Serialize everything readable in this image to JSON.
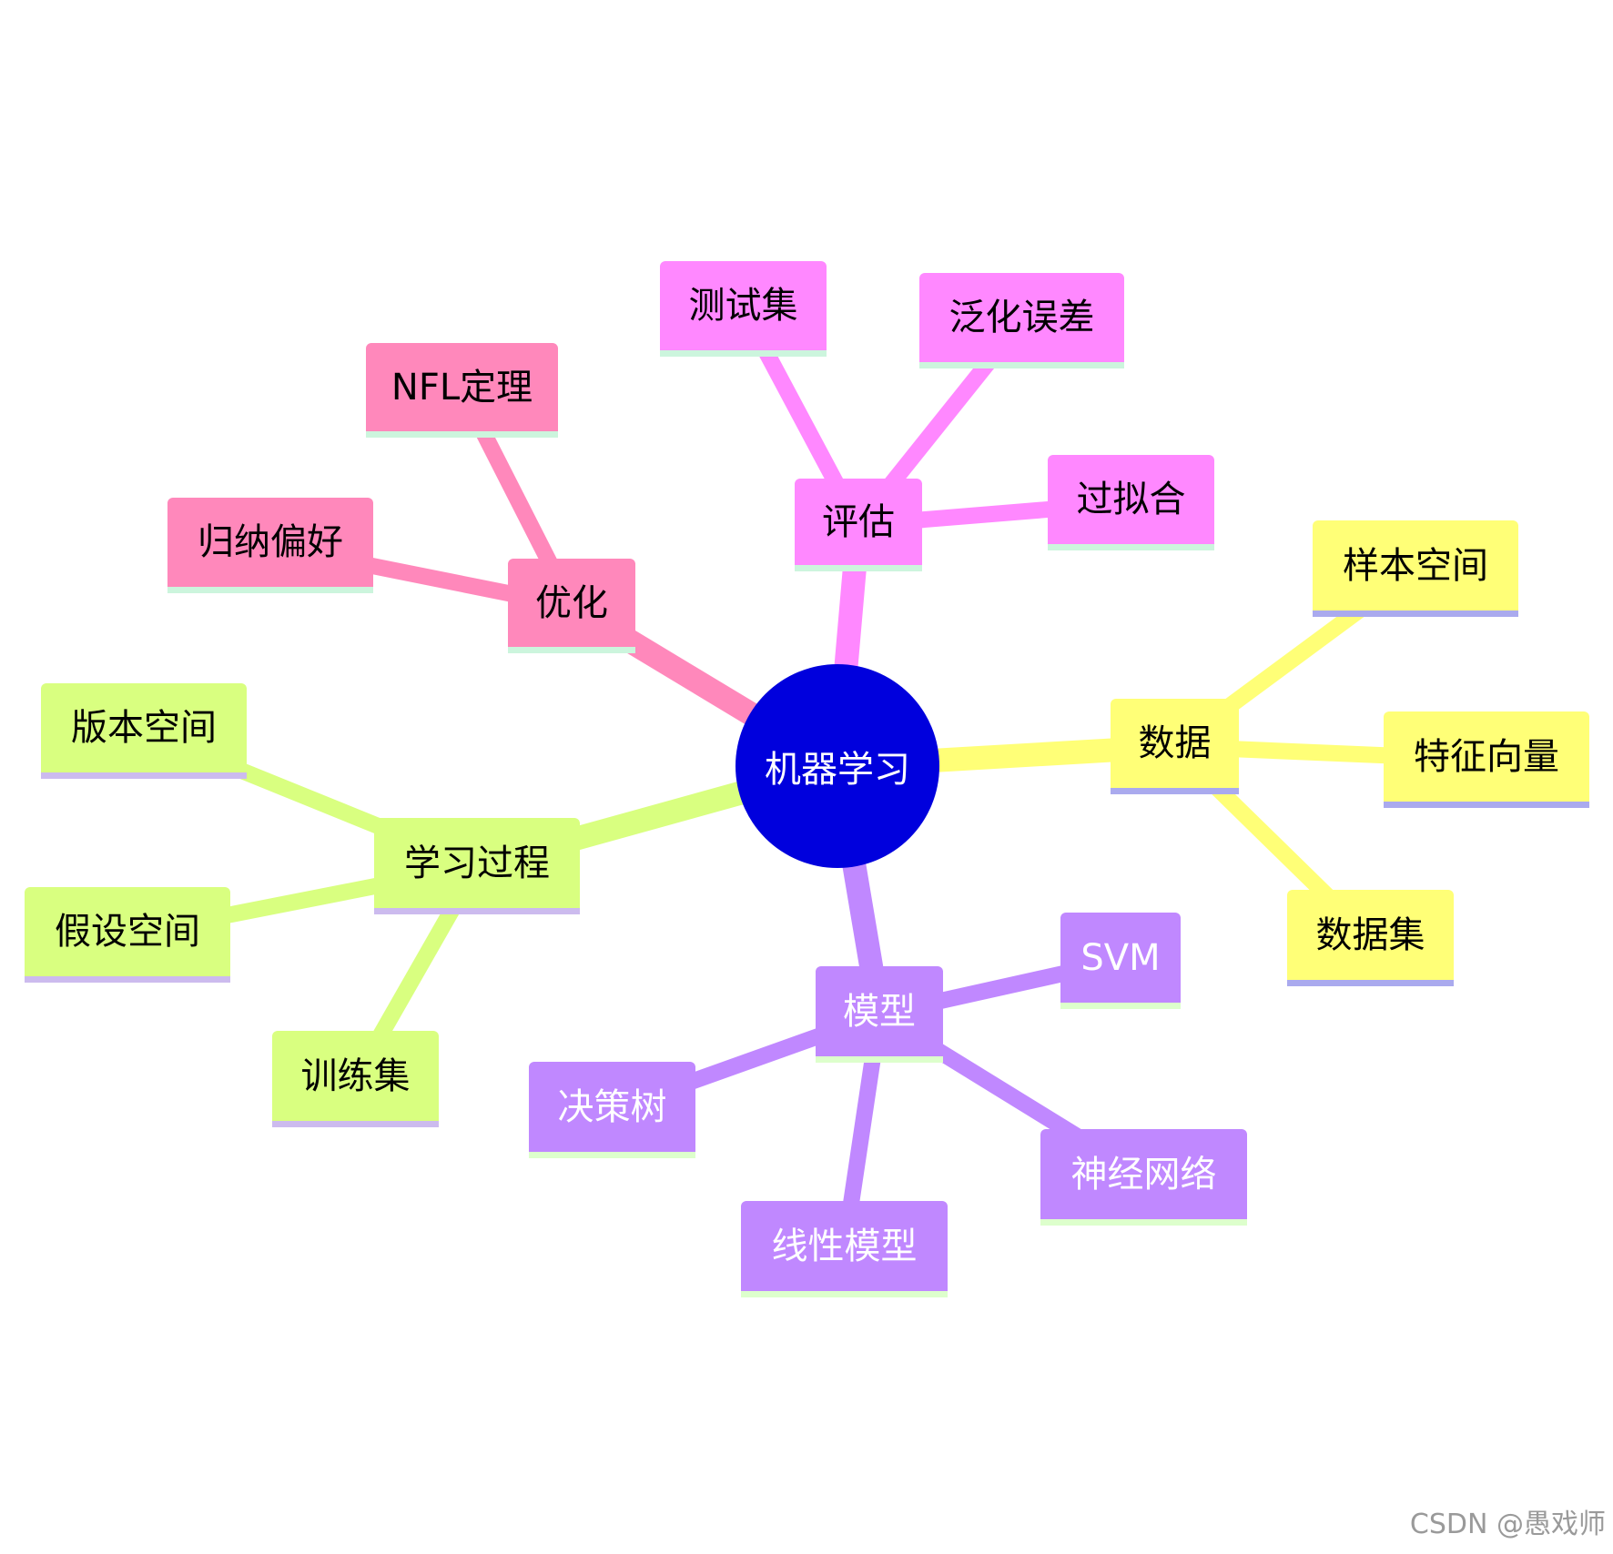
{
  "root": {
    "label": "机器学习",
    "fill": "#0000dd",
    "text_color": "#ffffff"
  },
  "branches": [
    {
      "key": "eval",
      "label": "评估",
      "color": "#ff88ff",
      "underline": "#ccf5dd",
      "text_color": "#000000",
      "children": [
        {
          "label": "测试集"
        },
        {
          "label": "泛化误差"
        },
        {
          "label": "过拟合"
        }
      ]
    },
    {
      "key": "optim",
      "label": "优化",
      "color": "#ff88bb",
      "underline": "#ccf5dd",
      "text_color": "#000000",
      "children": [
        {
          "label": "NFL定理"
        },
        {
          "label": "归纳偏好"
        }
      ]
    },
    {
      "key": "data",
      "label": "数据",
      "color": "#ffff77",
      "underline": "#aaaaee",
      "text_color": "#000000",
      "children": [
        {
          "label": "样本空间"
        },
        {
          "label": "特征向量"
        },
        {
          "label": "数据集"
        }
      ]
    },
    {
      "key": "learn",
      "label": "学习过程",
      "color": "#d9ff80",
      "underline": "#ccbbee",
      "text_color": "#000000",
      "children": [
        {
          "label": "版本空间"
        },
        {
          "label": "假设空间"
        },
        {
          "label": "训练集"
        }
      ]
    },
    {
      "key": "model",
      "label": "模型",
      "color": "#c088ff",
      "underline": "#ddffcc",
      "text_color": "#ffffff",
      "children": [
        {
          "label": "SVM"
        },
        {
          "label": "决策树"
        },
        {
          "label": "神经网络"
        },
        {
          "label": "线性模型"
        }
      ]
    }
  ],
  "watermark": "CSDN @愚戏师"
}
